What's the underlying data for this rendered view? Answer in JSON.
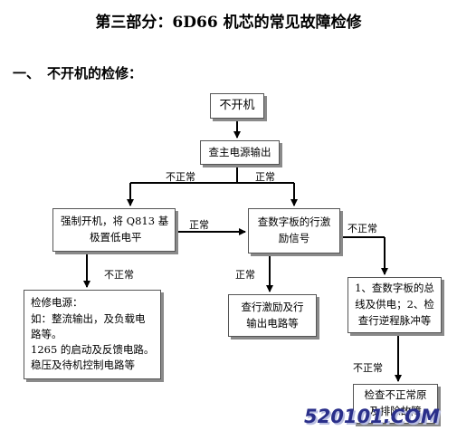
{
  "header": {
    "title": "第三部分：6D66 机芯的常见故障检修"
  },
  "section": {
    "number": "一、",
    "title": "不开机的检修："
  },
  "nodes": {
    "no_power": "不开机",
    "check_main_power": "查主电源输出",
    "force_on": [
      "强制开机，将 Q813 基",
      "极置低电平"
    ],
    "check_board": [
      "查数字板的行激",
      "励信号"
    ],
    "check_psu": [
      "检修电源：",
      "如：整流输出，及负载电",
      "路等。",
      "1265 的启动及反馈电路。",
      "稳压及待机控制电路等"
    ],
    "check_drive": [
      "查行激励及行",
      "输出电路等"
    ],
    "check_bus": [
      "1、查数字板的总",
      "线及供电；2、检",
      "查行逆程脉冲等"
    ],
    "check_abnormal": [
      "检查不正常原",
      "及排除故障"
    ]
  },
  "edge_labels": {
    "abnormal": "不正常",
    "normal": "正常"
  },
  "watermark": "520101.COM"
}
